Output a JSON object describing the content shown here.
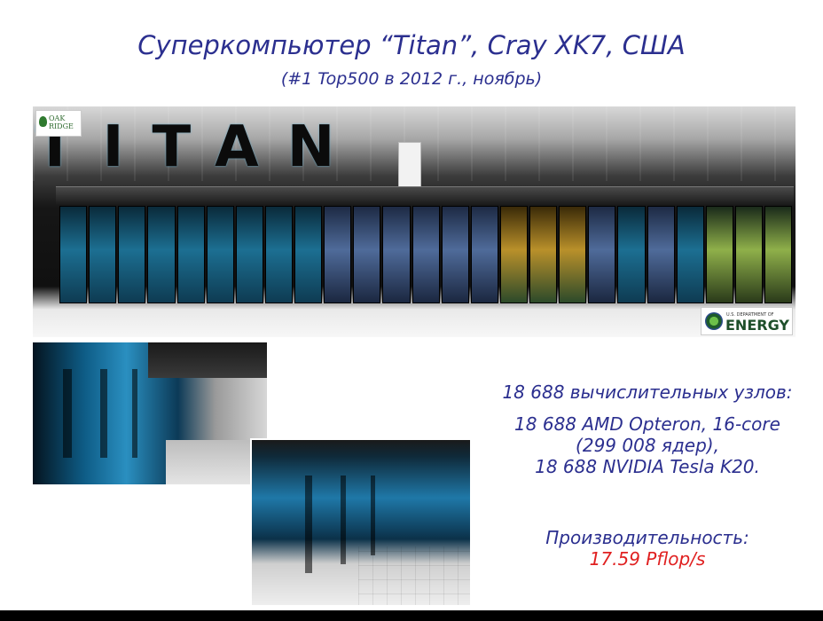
{
  "slide": {
    "title": "Суперкомпьютер “Titan”, Cray XK7, США",
    "subtitle": "(#1 Top500 в 2012 г., ноябрь)"
  },
  "main_photo": {
    "cabinet_lettering": "TITAN",
    "logo_left": {
      "line1": "OAK",
      "line2": "RIDGE"
    },
    "logo_right": {
      "small": "U.S. DEPARTMENT OF",
      "big": "ENERGY"
    }
  },
  "info": {
    "nodes": "18 688 вычислительных узлов:",
    "cpu_line": "18 688 AMD Opteron, 16-core",
    "cores_line": "(299 008 ядер),",
    "gpu_line": "18 688 NVIDIA Tesla K20.",
    "perf_label": "Производительность:",
    "perf_value": "17.59 Pflop/s"
  },
  "colors": {
    "title_blue": "#2b2f8f",
    "perf_red": "#e02020"
  }
}
